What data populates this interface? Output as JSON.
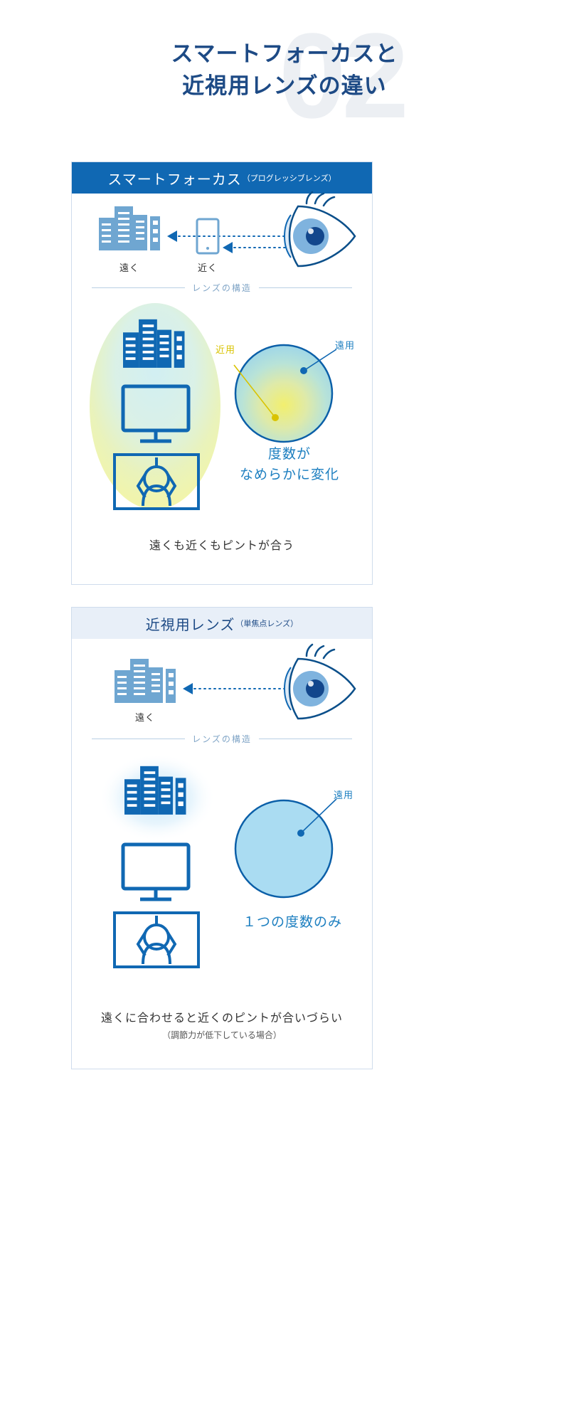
{
  "page": {
    "watermark_number": "02",
    "title_line1": "スマートフォーカスと",
    "title_line2": "近視用レンズの違い"
  },
  "colors": {
    "brand_blue": "#1068b3",
    "title_navy": "#1d4a85",
    "light_head_bg": "#e8eff8",
    "accent_cyan": "#1d7fc0",
    "near_yellow": "#d9c300",
    "building_blue": "#6fa6d1",
    "watermark_grey": "#eceff3",
    "card_border": "#cfdcec"
  },
  "card_smart": {
    "header_main": "スマートフォーカス",
    "header_sub": "（プログレッシブレンズ）",
    "eye_row": {
      "label_far": "遠く",
      "label_near": "近く",
      "icon_far": "buildings-icon",
      "icon_near": "smartphone-icon",
      "icon_eye": "eye-lens-icon",
      "arrow_far": "dotted-arrow-left",
      "arrow_near": "dotted-arrow-left"
    },
    "divider_label": "レンズの構造",
    "structure": {
      "icon_top": "buildings-icon",
      "icon_mid": "monitor-icon",
      "icon_bottom": "reading-person-icon",
      "lens_name": "gradient-lens-circle",
      "tag_near": "近用",
      "tag_far": "遠用",
      "blurb_line1": "度数が",
      "blurb_line2": "なめらかに変化"
    },
    "footnote": "遠くも近くもピントが合う",
    "footnote_sub": ""
  },
  "card_myopia": {
    "header_main": "近視用レンズ",
    "header_sub": "（単焦点レンズ）",
    "eye_row": {
      "label_far": "遠く",
      "icon_far": "buildings-icon",
      "icon_eye": "eye-lens-icon",
      "arrow_far": "dotted-arrow-left"
    },
    "divider_label": "レンズの構造",
    "structure": {
      "icon_top": "buildings-icon",
      "icon_mid": "monitor-icon",
      "icon_bottom": "reading-person-icon",
      "lens_name": "flat-blue-lens-circle",
      "tag_far": "遠用",
      "blurb_line1": "１つの度数のみ"
    },
    "footnote": "遠くに合わせると近くのピントが合いづらい",
    "footnote_sub": "（調節力が低下している場合）"
  }
}
